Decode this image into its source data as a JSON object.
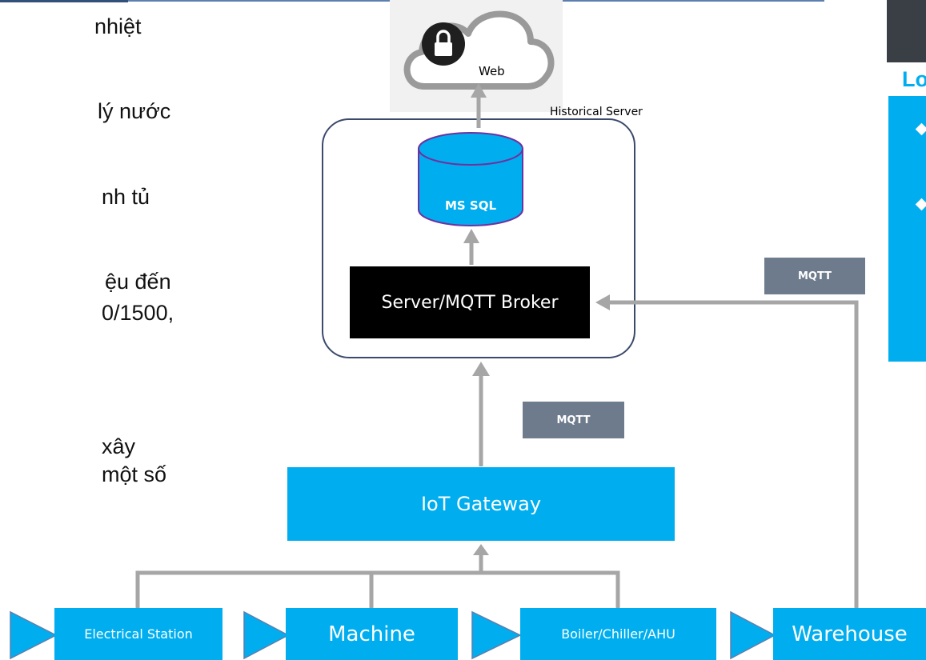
{
  "left_text": [
    "nhiệt",
    "lý nước",
    "nh tủ",
    "ệu đến",
    "0/1500,",
    "xây",
    "một số"
  ],
  "cloud": {
    "label": "Web",
    "icon": "lock-icon"
  },
  "historical_server": "Historical Server",
  "database": "MS SQL",
  "broker": "Server/MQTT Broker",
  "mqtt_labels": [
    "MQTT",
    "MQTT"
  ],
  "gateway": "IoT Gateway",
  "devices": [
    "Electrical Station",
    "Machine",
    "Boiler/Chiller/AHU",
    "Warehouse"
  ],
  "right_panel": {
    "title": "Lo"
  },
  "colors": {
    "accent": "#00aeef",
    "arrow": "#a6a6a6",
    "tag": "#6e7b8c",
    "broker": "#000000"
  }
}
